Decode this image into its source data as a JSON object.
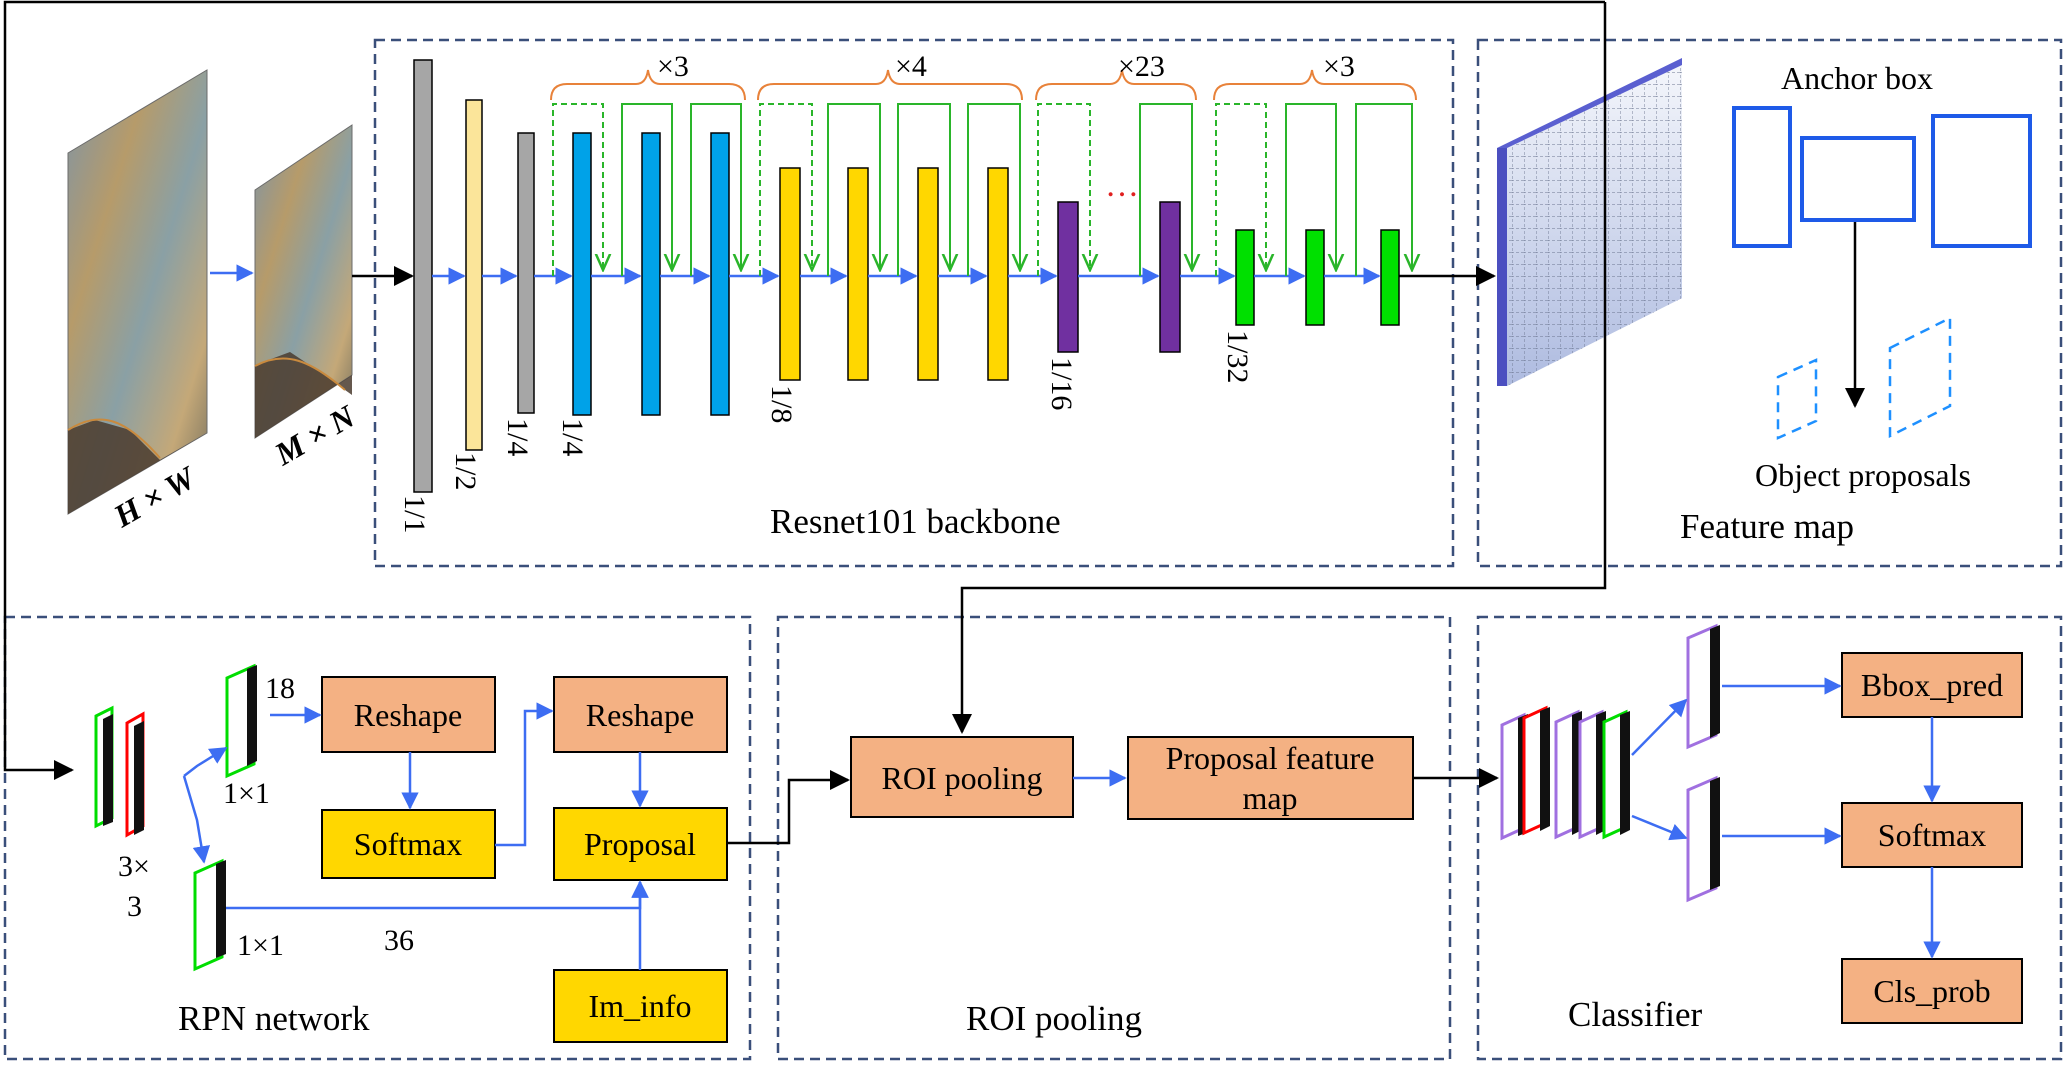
{
  "backbone": {
    "title": "Resnet101 backbone",
    "input_label": "H × W",
    "resized_label": "M × N",
    "scales": [
      "1/1",
      "1/2",
      "1/4",
      "1/4",
      "1/8",
      "1/16",
      "1/32"
    ],
    "repeats": [
      "×3",
      "×4",
      "×23",
      "×3"
    ],
    "ellipsis": "…"
  },
  "feature_map": {
    "title": "Feature map",
    "anchor_label": "Anchor box",
    "proposals_label": "Object proposals"
  },
  "rpn": {
    "title": "RPN network",
    "kernel_top": "3×",
    "kernel_bottom": "3",
    "conv_1x1_a": "1×1",
    "conv_1x1_b": "1×1",
    "channels_18": "18",
    "channels_36": "36",
    "reshape_1": "Reshape",
    "softmax": "Softmax",
    "reshape_2": "Reshape",
    "proposal": "Proposal",
    "im_info": "Im_info"
  },
  "roi": {
    "title": "ROI pooling",
    "pool_box": "ROI pooling",
    "feature_line1": "Proposal feature",
    "feature_line2": "map"
  },
  "classifier": {
    "title": "Classifier",
    "bbox_pred": "Bbox_pred",
    "softmax": "Softmax",
    "cls_prob": "Cls_prob"
  },
  "colors": {
    "gray": "#a6a6a6",
    "light_yellow": "#fbe59a",
    "blue": "#00a2e8",
    "yellow": "#ffd700",
    "purple": "#7030a0",
    "green": "#00e000",
    "orange_box": "#f4b183",
    "arrow_blue": "#3d6df2",
    "frame": "#3a4f7a"
  }
}
